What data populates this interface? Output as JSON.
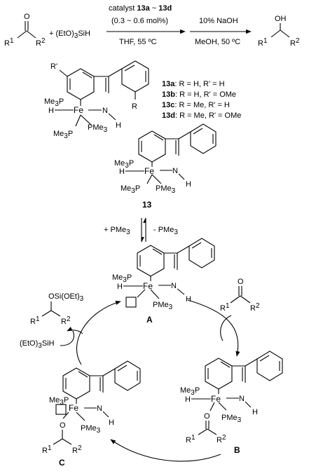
{
  "top_reaction": {
    "ketone_R1": "R",
    "ketone_R2": "R",
    "sup_1": "1",
    "sup_2": "2",
    "plus_silane": "+ (EtO)",
    "silane_sub": "3",
    "silane_tail": "SiH",
    "cond1_line1_a": "catalyst ",
    "cond1_line1_b": "13a",
    "cond1_line1_c": " ~ ",
    "cond1_line1_d": "13d",
    "cond1_line2": "(0.3 ~ 0.6 mol%)",
    "cond1_line3": "THF, 55 ºC",
    "cond2_line1": "10% NaOH",
    "cond2_line2": "MeOH, 50 ºC",
    "alcohol_OH": "OH",
    "oxygen": "O"
  },
  "catalyst_13a_d": {
    "R_prime": "R'",
    "R": "R",
    "Me3P_top": "Me",
    "Me3P_bottom": "Me",
    "H": "H",
    "Fe": "Fe",
    "N": "N",
    "PMe3": "PMe",
    "NH_H": "H",
    "labels": [
      {
        "id": "13a",
        "rest": ": R = H, R' = H"
      },
      {
        "id": "13b",
        "rest": ": R = H, R' = OMe"
      },
      {
        "id": "13c",
        "rest": ": R = Me, R' = H"
      },
      {
        "id": "13d",
        "rest": ": R = Me, R' = OMe"
      }
    ]
  },
  "complex_13": {
    "label": "13"
  },
  "equilibrium": {
    "left": "+ PMe",
    "right": "- PMe",
    "sub": "3"
  },
  "cycle": {
    "A": "A",
    "B": "B",
    "C": "C",
    "silane": "(EtO)",
    "silane_tail": "SiH",
    "product_osi": "OSi(OEt)",
    "product_sub": "3"
  }
}
